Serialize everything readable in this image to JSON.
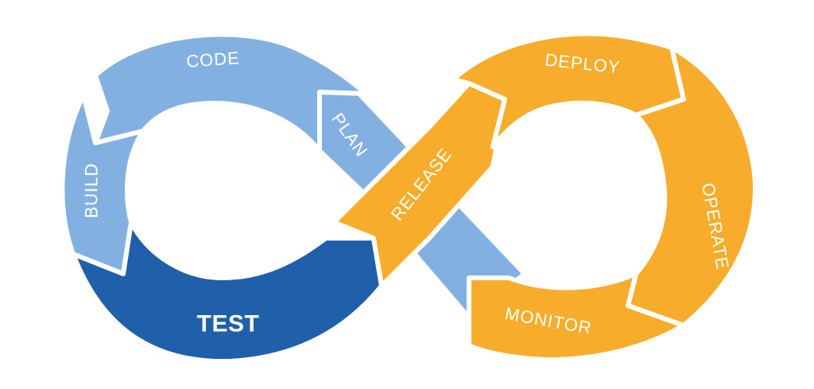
{
  "colors": {
    "blue_light": "#82b1e1",
    "blue_dark": "#2060aa",
    "orange": "#f7ad2b",
    "divider": "#ffffff"
  },
  "stages": {
    "code": "CODE",
    "build": "BUILD",
    "test": "TEST",
    "plan": "PLAN",
    "release": "RELEASE",
    "deploy": "DEPLOY",
    "operate": "OPERATE",
    "monitor": "MONITOR"
  }
}
